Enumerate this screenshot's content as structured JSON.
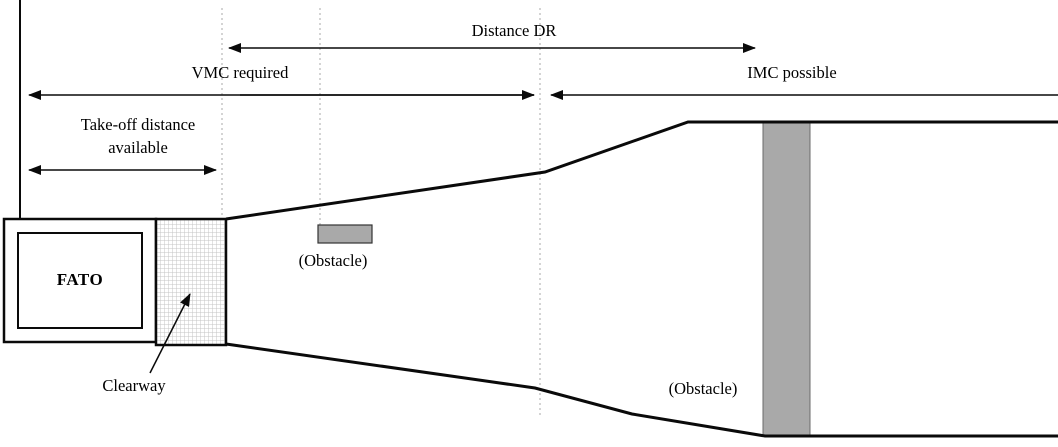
{
  "labels": {
    "distance_dr": "Distance DR",
    "vmc_required": "VMC required",
    "imc_possible": "IMC possible",
    "takeoff_distance": "Take-off distance",
    "takeoff_available": "available",
    "fato": "FATO",
    "clearway": "Clearway",
    "small_obstacle": "(Obstacle)",
    "large_obstacle": "(Obstacle)"
  },
  "colors": {
    "line": "#0a0a0a",
    "obstacle_fill": "#a9a9a9",
    "reference_line": "#aaaaaa",
    "background": "#ffffff"
  }
}
